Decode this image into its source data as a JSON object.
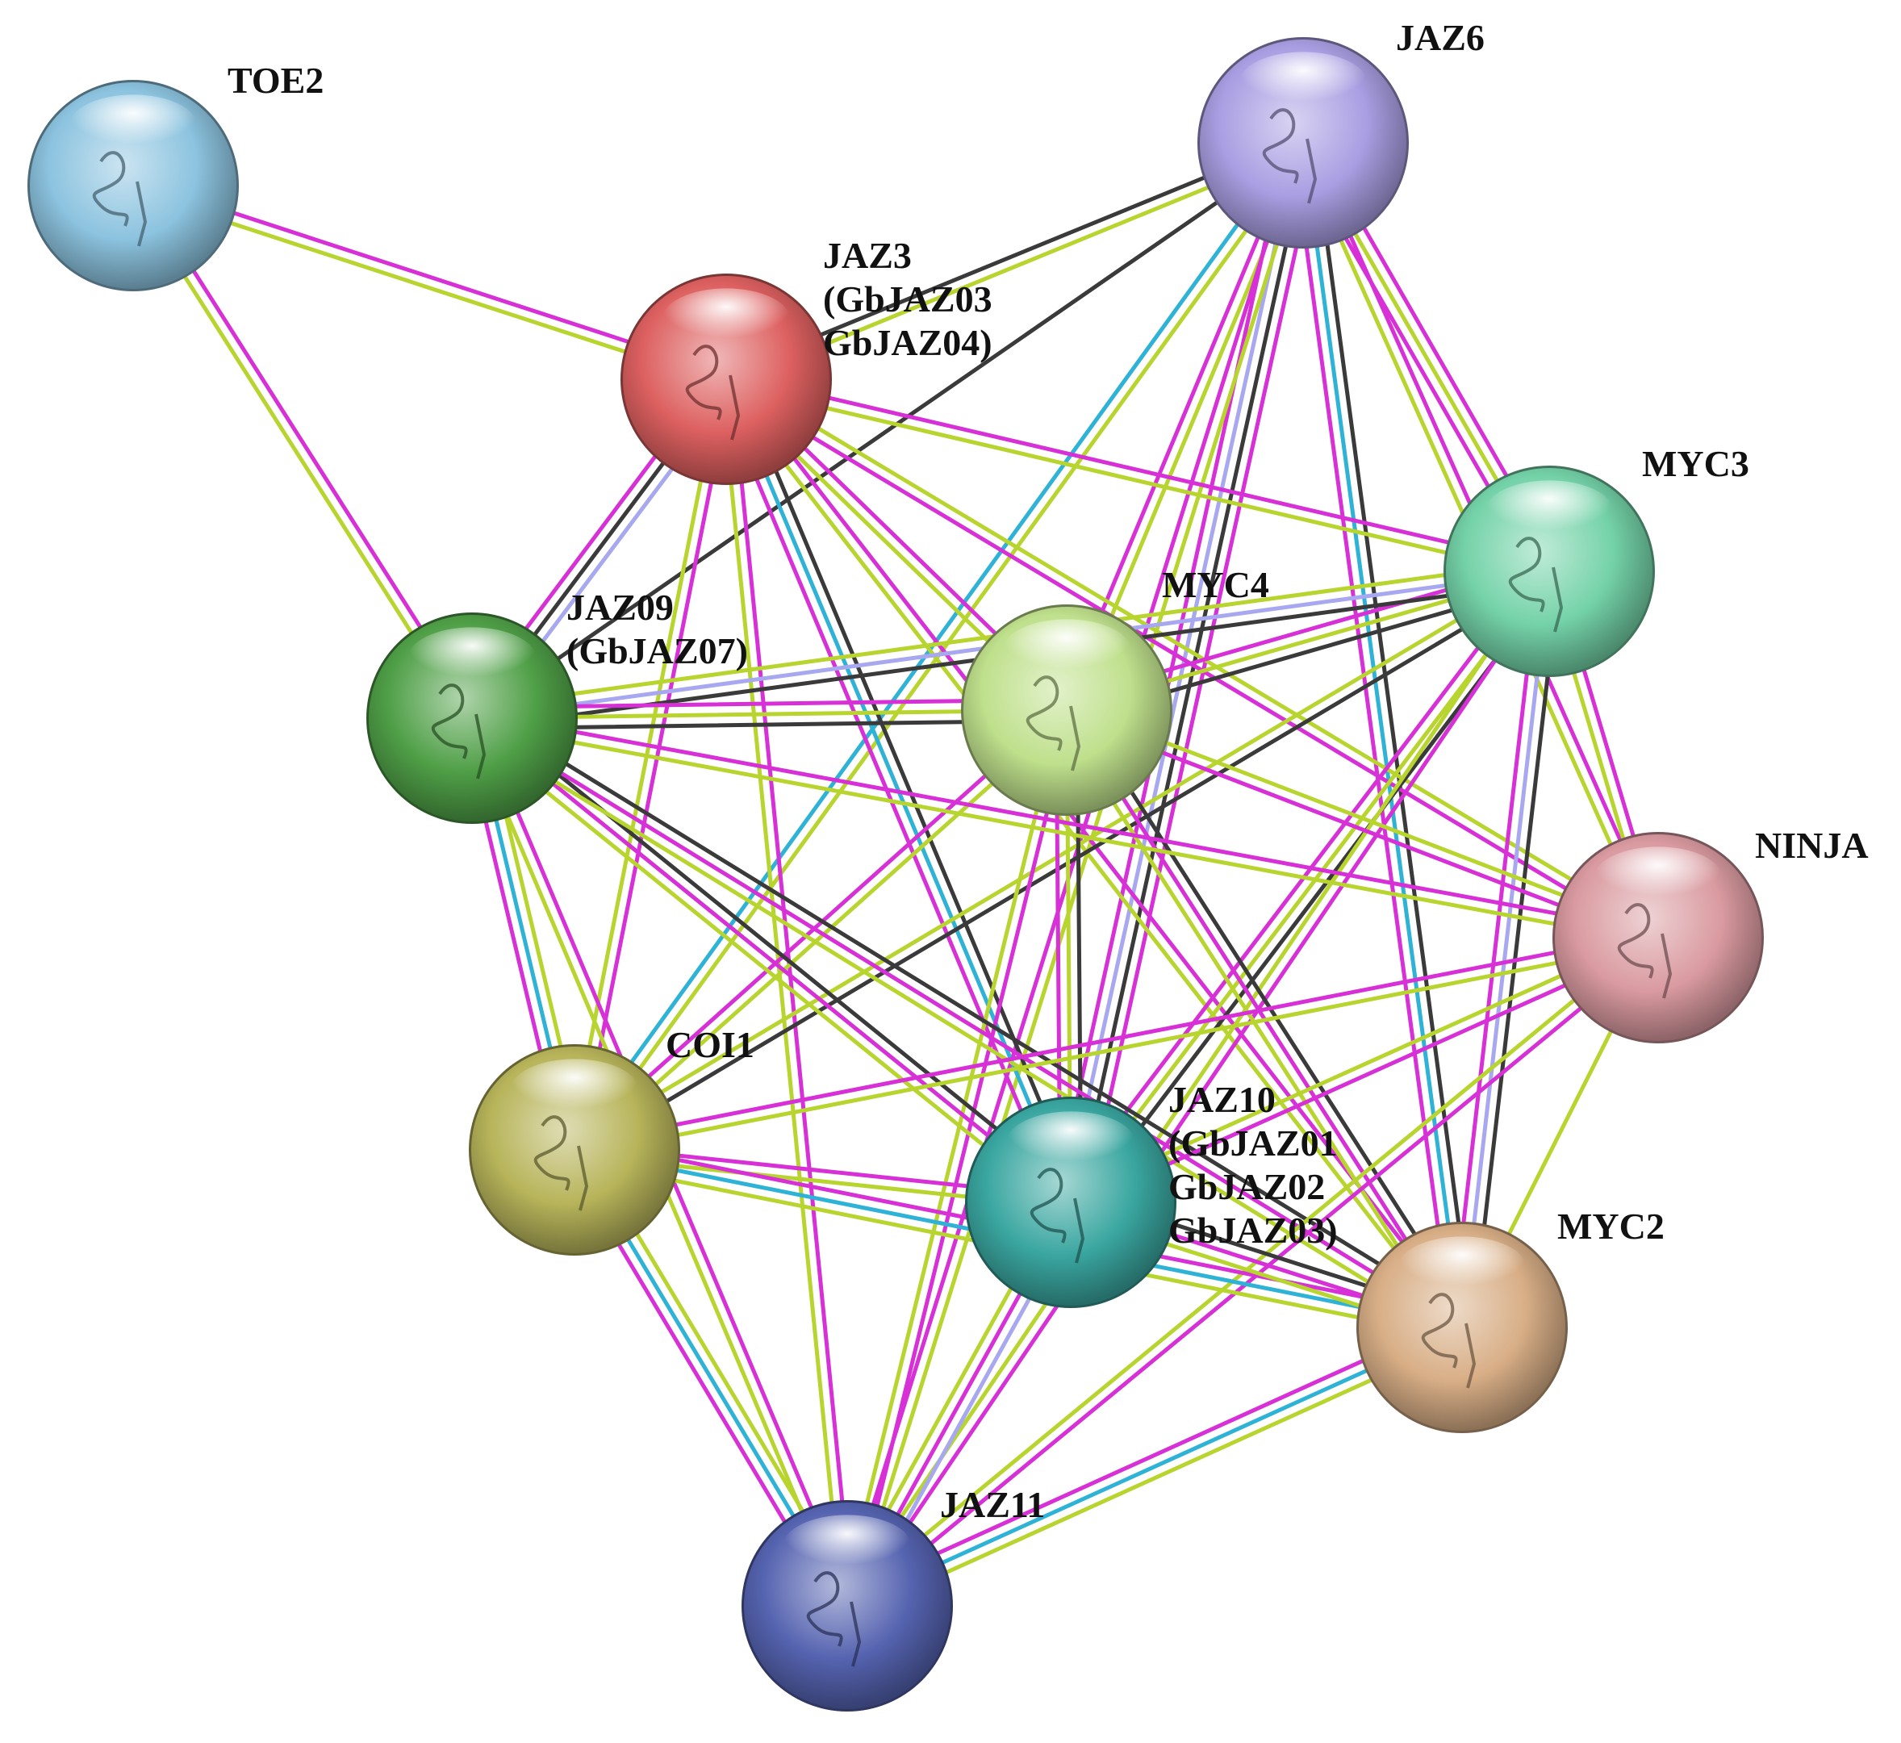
{
  "network": {
    "nodes": [
      {
        "id": "TOE2",
        "label_lines": [
          "TOE2"
        ],
        "color": "#8cc3df"
      },
      {
        "id": "JAZ6",
        "label_lines": [
          "JAZ6"
        ],
        "color": "#a99ee2"
      },
      {
        "id": "JAZ3",
        "label_lines": [
          "JAZ3",
          "(GbJAZ03",
          "GbJAZ04)"
        ],
        "color": "#dd6060"
      },
      {
        "id": "MYC3",
        "label_lines": [
          "MYC3"
        ],
        "color": "#74d2a8"
      },
      {
        "id": "MYC4",
        "label_lines": [
          "MYC4"
        ],
        "color": "#bfe08c"
      },
      {
        "id": "JAZ09",
        "label_lines": [
          "JAZ09",
          "(GbJAZ07)"
        ],
        "color": "#4f9f47"
      },
      {
        "id": "NINJA",
        "label_lines": [
          "NINJA"
        ],
        "color": "#d99aa0"
      },
      {
        "id": "COI1",
        "label_lines": [
          "COI1"
        ],
        "color": "#b7b45a"
      },
      {
        "id": "JAZ10",
        "label_lines": [
          "JAZ10",
          "(GbJAZ01",
          "GbJAZ02",
          "GbJAZ03)"
        ],
        "color": "#3aa6a0"
      },
      {
        "id": "MYC2",
        "label_lines": [
          "MYC2"
        ],
        "color": "#d8ae86"
      },
      {
        "id": "JAZ11",
        "label_lines": [
          "JAZ11"
        ],
        "color": "#5563b0"
      }
    ],
    "edge_colors": {
      "magenta": "#d630d6",
      "olive": "#b8d42e",
      "black": "#3a3a3a",
      "cyan": "#2eb2d6",
      "lavender": "#a8a8f0"
    },
    "edges": [
      {
        "source": "TOE2",
        "target": "JAZ3",
        "types": [
          "magenta",
          "olive"
        ]
      },
      {
        "source": "TOE2",
        "target": "JAZ09",
        "types": [
          "magenta",
          "olive"
        ]
      },
      {
        "source": "JAZ6",
        "target": "JAZ3",
        "types": [
          "olive",
          "black"
        ]
      },
      {
        "source": "JAZ6",
        "target": "JAZ09",
        "types": [
          "black"
        ]
      },
      {
        "source": "JAZ6",
        "target": "MYC4",
        "types": [
          "olive",
          "magenta"
        ]
      },
      {
        "source": "JAZ6",
        "target": "MYC3",
        "types": [
          "magenta",
          "olive",
          "magenta"
        ]
      },
      {
        "source": "JAZ6",
        "target": "COI1",
        "types": [
          "olive",
          "cyan"
        ]
      },
      {
        "source": "JAZ6",
        "target": "JAZ10",
        "types": [
          "magenta",
          "black",
          "lavender",
          "magenta"
        ]
      },
      {
        "source": "JAZ6",
        "target": "MYC2",
        "types": [
          "black",
          "cyan",
          "magenta"
        ]
      },
      {
        "source": "JAZ6",
        "target": "NINJA",
        "types": [
          "magenta",
          "olive"
        ]
      },
      {
        "source": "JAZ6",
        "target": "JAZ11",
        "types": [
          "olive",
          "magenta"
        ]
      },
      {
        "source": "JAZ3",
        "target": "MYC3",
        "types": [
          "magenta",
          "olive"
        ]
      },
      {
        "source": "JAZ3",
        "target": "MYC4",
        "types": [
          "magenta",
          "olive"
        ]
      },
      {
        "source": "JAZ3",
        "target": "JAZ09",
        "types": [
          "lavender",
          "black",
          "magenta"
        ]
      },
      {
        "source": "JAZ3",
        "target": "COI1",
        "types": [
          "magenta",
          "olive"
        ]
      },
      {
        "source": "JAZ3",
        "target": "JAZ10",
        "types": [
          "black",
          "cyan",
          "magenta"
        ]
      },
      {
        "source": "JAZ3",
        "target": "MYC2",
        "types": [
          "magenta",
          "olive"
        ]
      },
      {
        "source": "JAZ3",
        "target": "NINJA",
        "types": [
          "olive",
          "magenta"
        ]
      },
      {
        "source": "JAZ3",
        "target": "JAZ11",
        "types": [
          "magenta",
          "olive"
        ]
      },
      {
        "source": "MYC3",
        "target": "MYC4",
        "types": [
          "black",
          "olive",
          "magenta"
        ]
      },
      {
        "source": "MYC3",
        "target": "JAZ09",
        "types": [
          "black",
          "lavender",
          "olive"
        ]
      },
      {
        "source": "MYC3",
        "target": "JAZ10",
        "types": [
          "black",
          "olive",
          "magenta"
        ]
      },
      {
        "source": "MYC3",
        "target": "COI1",
        "types": [
          "black",
          "olive"
        ]
      },
      {
        "source": "MYC3",
        "target": "NINJA",
        "types": [
          "magenta",
          "olive"
        ]
      },
      {
        "source": "MYC3",
        "target": "MYC2",
        "types": [
          "black",
          "lavender",
          "magenta"
        ]
      },
      {
        "source": "MYC3",
        "target": "JAZ11",
        "types": [
          "magenta",
          "olive"
        ]
      },
      {
        "source": "MYC4",
        "target": "JAZ09",
        "types": [
          "black",
          "olive",
          "magenta"
        ]
      },
      {
        "source": "MYC4",
        "target": "JAZ10",
        "types": [
          "black",
          "olive",
          "magenta"
        ]
      },
      {
        "source": "MYC4",
        "target": "COI1",
        "types": [
          "olive",
          "magenta"
        ]
      },
      {
        "source": "MYC4",
        "target": "NINJA",
        "types": [
          "olive",
          "magenta"
        ]
      },
      {
        "source": "MYC4",
        "target": "MYC2",
        "types": [
          "black",
          "magenta",
          "olive"
        ]
      },
      {
        "source": "MYC4",
        "target": "JAZ11",
        "types": [
          "magenta",
          "olive"
        ]
      },
      {
        "source": "JAZ09",
        "target": "COI1",
        "types": [
          "olive",
          "cyan",
          "magenta"
        ]
      },
      {
        "source": "JAZ09",
        "target": "JAZ10",
        "types": [
          "black",
          "magenta",
          "olive"
        ]
      },
      {
        "source": "JAZ09",
        "target": "NINJA",
        "types": [
          "magenta",
          "olive"
        ]
      },
      {
        "source": "JAZ09",
        "target": "MYC2",
        "types": [
          "black",
          "magenta",
          "olive"
        ]
      },
      {
        "source": "JAZ09",
        "target": "JAZ11",
        "types": [
          "magenta",
          "olive"
        ]
      },
      {
        "source": "NINJA",
        "target": "COI1",
        "types": [
          "olive",
          "magenta"
        ]
      },
      {
        "source": "NINJA",
        "target": "JAZ10",
        "types": [
          "magenta",
          "olive"
        ]
      },
      {
        "source": "NINJA",
        "target": "MYC2",
        "types": [
          "olive"
        ]
      },
      {
        "source": "NINJA",
        "target": "JAZ11",
        "types": [
          "magenta",
          "olive"
        ]
      },
      {
        "source": "COI1",
        "target": "JAZ10",
        "types": [
          "magenta",
          "olive"
        ]
      },
      {
        "source": "COI1",
        "target": "MYC2",
        "types": [
          "magenta",
          "cyan",
          "olive"
        ]
      },
      {
        "source": "COI1",
        "target": "JAZ11",
        "types": [
          "olive",
          "cyan",
          "magenta"
        ]
      },
      {
        "source": "JAZ10",
        "target": "MYC2",
        "types": [
          "black",
          "magenta",
          "olive"
        ]
      },
      {
        "source": "JAZ10",
        "target": "JAZ11",
        "types": [
          "lavender",
          "magenta",
          "olive"
        ]
      },
      {
        "source": "MYC2",
        "target": "JAZ11",
        "types": [
          "olive",
          "cyan",
          "magenta"
        ]
      }
    ]
  }
}
